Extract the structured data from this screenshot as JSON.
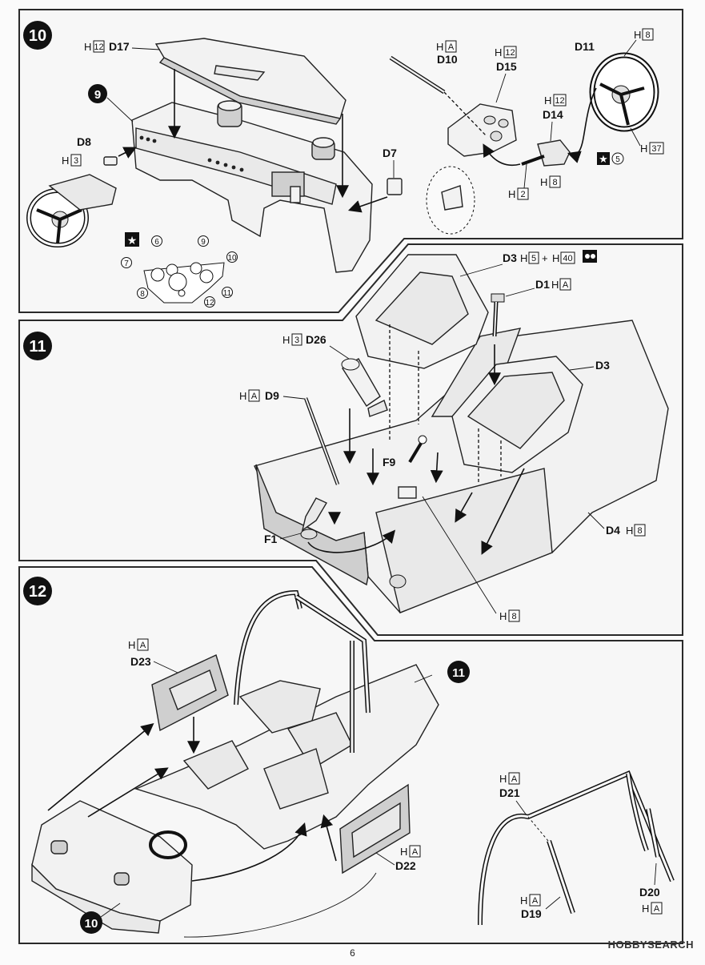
{
  "steps": [
    {
      "number": "10",
      "callouts": {
        "h12_d17": {
          "box": "12",
          "part": "D17"
        },
        "ha_d10": {
          "box": "A",
          "part": "D10"
        },
        "h12_d15": {
          "box": "12",
          "part": "D15"
        },
        "d11": "D11",
        "h8_top": "8",
        "h12_d14": {
          "box": "12",
          "part": "D14"
        },
        "h37": "37",
        "star5": "5",
        "h8_d14": "8",
        "h2": "2",
        "d8": "D8",
        "h3": "3",
        "d7": "D7",
        "sub_step": "9"
      },
      "decal_numbers": [
        "6",
        "7",
        "8",
        "9",
        "10",
        "11",
        "12"
      ]
    },
    {
      "number": "11",
      "callouts": {
        "d3_top": "D3",
        "h5": "5",
        "plus": "+",
        "h40": "40",
        "d1": "D1",
        "ha_d1": "A",
        "h3_d26": "3",
        "d26": "D26",
        "d3_side": "D3",
        "ha_d9": "A",
        "d9": "D9",
        "f9": "F9",
        "f1": "F1",
        "d4": "D4",
        "h8_d4": "8",
        "h8_bottom": "8"
      }
    },
    {
      "number": "12",
      "callouts": {
        "ha_d23": "A",
        "d23": "D23",
        "ref11": "11",
        "ref10": "10",
        "ha_d22": "A",
        "d22": "D22",
        "ha_d21": "A",
        "d21": "D21",
        "d20": "D20",
        "ha_d20": "A",
        "ha_d19": "A",
        "d19": "D19"
      }
    }
  ],
  "h_prefix": "H",
  "page_number": "6",
  "watermark": "HOBBYSEARCH"
}
